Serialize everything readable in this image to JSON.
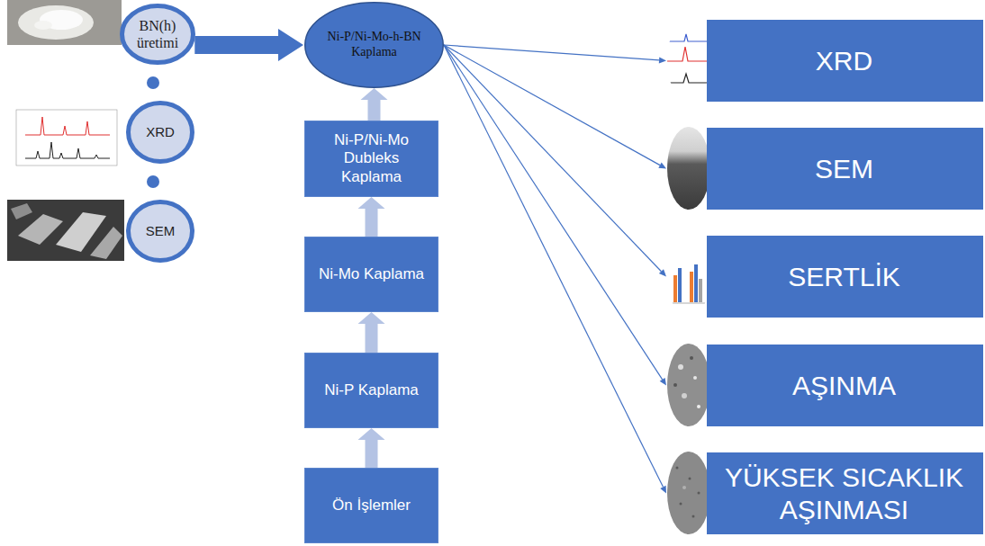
{
  "diagram": {
    "nodes": [
      {
        "text": [
          "BN(h) üretimi"
        ]
      },
      {
        "text": [
          "XRD"
        ]
      },
      {
        "text": [
          "SEM"
        ]
      },
      {
        "text": [
          "Ni-P/Ni-Mo-h-BN Kaplama"
        ]
      },
      {
        "text": [
          "Ni-P/Ni-Mo Dubleks Kaplama"
        ]
      },
      {
        "text": [
          "Ni-Mo Kaplama"
        ]
      },
      {
        "text": [
          "Ni-P Kaplama"
        ]
      },
      {
        "text": [
          "Ön İşlemler"
        ]
      },
      {
        "text": [
          "XRD"
        ]
      },
      {
        "text": [
          "SEM"
        ]
      },
      {
        "text": [
          "SERTLİK"
        ]
      },
      {
        "text": [
          "AŞINMA"
        ]
      },
      {
        "text": [
          "YÜKSEK SICAKLIK AŞINMASI"
        ]
      }
    ],
    "edges": [
      {
        "from": 0,
        "to": 3,
        "arrow": "to"
      },
      {
        "from": 7,
        "to": 6,
        "arrow": "to"
      },
      {
        "from": 6,
        "to": 5,
        "arrow": "to"
      },
      {
        "from": 5,
        "to": 4,
        "arrow": "to"
      },
      {
        "from": 4,
        "to": 3,
        "arrow": "to"
      },
      {
        "from": 3,
        "to": 8,
        "arrow": "to"
      },
      {
        "from": 3,
        "to": 9,
        "arrow": "to"
      },
      {
        "from": 3,
        "to": 10,
        "arrow": "to"
      },
      {
        "from": 3,
        "to": 11,
        "arrow": "to"
      },
      {
        "from": 3,
        "to": 12,
        "arrow": "to"
      }
    ]
  }
}
